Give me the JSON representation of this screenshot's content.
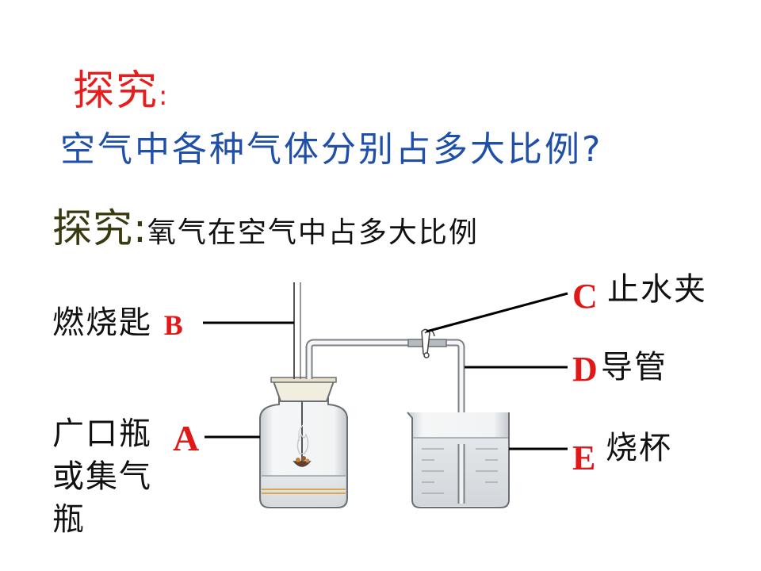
{
  "heading": {
    "explore_label": "探究",
    "explore_colon": ":",
    "question": "空气中各种气体分别占多大比例?"
  },
  "subheading": {
    "explore_label": "探究:",
    "topic": "氧气在空气中占多大比例"
  },
  "labels": {
    "A": {
      "letter": "A",
      "name_line1": "广口瓶",
      "name_line2": "或集气",
      "name_line3": "瓶"
    },
    "B": {
      "letter": "B",
      "name": "燃烧匙"
    },
    "C": {
      "letter": "C",
      "name": "止水夹"
    },
    "D": {
      "letter": "D",
      "name": "导管"
    },
    "E": {
      "letter": "E",
      "name": "烧杯"
    }
  },
  "colors": {
    "title_red": "#e61e1e",
    "title_blue": "#1f4fa8",
    "letter_red": "#e01818"
  }
}
